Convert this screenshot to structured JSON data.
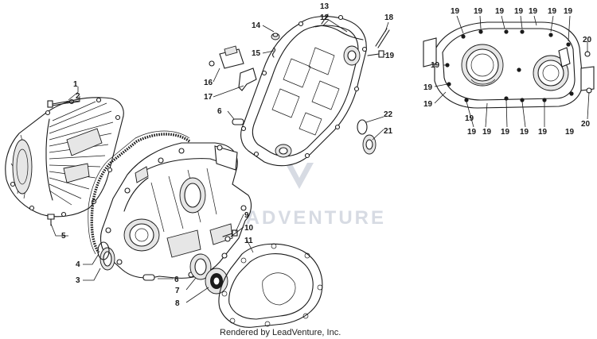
{
  "watermark": "LEADVENTURE",
  "credit": "Rendered by LeadVenture, Inc.",
  "callouts": [
    "1",
    "2",
    "3",
    "4",
    "5",
    "6",
    "6",
    "7",
    "8",
    "9",
    "10",
    "11",
    "12",
    "13",
    "14",
    "15",
    "16",
    "17",
    "18",
    "19",
    "19",
    "19",
    "19",
    "19",
    "19",
    "19",
    "19",
    "19",
    "19",
    "19",
    "19",
    "19",
    "19",
    "19",
    "19",
    "19",
    "19",
    "20",
    "20",
    "21",
    "22"
  ]
}
